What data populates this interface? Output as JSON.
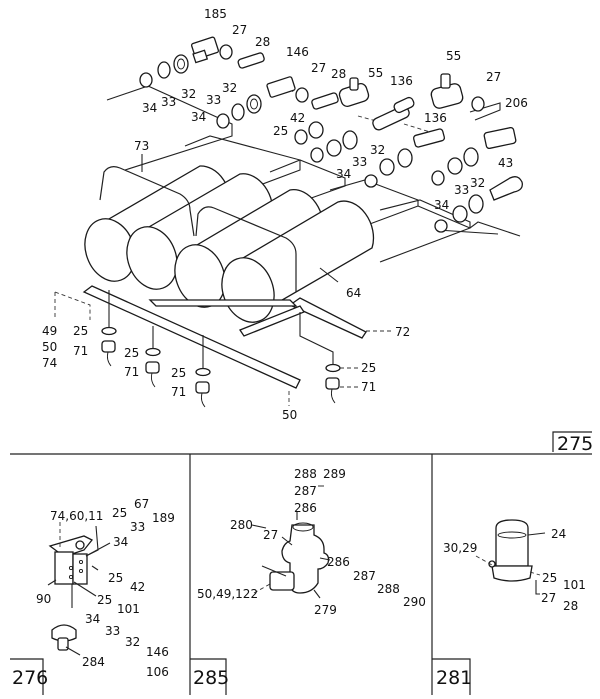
{
  "main_diagram": {
    "section_number": "275",
    "labels": {
      "p185": "185",
      "p27a": "27",
      "p28a": "28",
      "p146": "146",
      "p27b": "27",
      "p28b": "28",
      "p55a": "55",
      "p136a": "136",
      "p55b": "55",
      "p27c": "27",
      "p206": "206",
      "p34a": "34",
      "p33a": "33",
      "p32a": "32",
      "p32b": "32",
      "p33b": "33",
      "p34b": "34",
      "p42": "42",
      "p25a": "25",
      "p32c": "32",
      "p33c": "33",
      "p34c": "34",
      "p136b": "136",
      "p43": "43",
      "p34d": "34",
      "p33d": "33",
      "p32d": "32",
      "p73": "73",
      "p64": "64",
      "p72": "72",
      "p50": "50",
      "p49": "49",
      "p50b": "50",
      "p74": "74",
      "p25b": "25",
      "p71a": "71",
      "p25c": "25",
      "p71b": "71",
      "p25d": "25",
      "p71c": "71",
      "p25e": "25",
      "p71d": "71"
    }
  },
  "panels": [
    {
      "section_number": "276",
      "labels": {
        "p746011": "74,60,11",
        "p25_67": "25",
        "p67": "67",
        "p33": "33",
        "p189": "189",
        "p34": "34",
        "p25_42": "25",
        "p42": "42",
        "p90": "90",
        "p25_101": "25",
        "p101": "101",
        "p34b": "34",
        "p33b": "33",
        "p32": "32",
        "p146": "146",
        "p106": "106",
        "p284": "284"
      }
    },
    {
      "section_number": "285",
      "labels": {
        "p288_289": "288",
        "p289": "289",
        "p287": "287",
        "p286": "286",
        "p280": "280",
        "p27": "27",
        "p286b": "286",
        "p287b": "287",
        "p288": "288",
        "p290": "290",
        "p5049122": "50,49,122",
        "p279": "279"
      }
    },
    {
      "section_number": "281",
      "labels": {
        "p24": "24",
        "p3029": "30,29",
        "p25": "25",
        "p101": "101",
        "p27": "27",
        "p28": "28"
      }
    }
  ]
}
